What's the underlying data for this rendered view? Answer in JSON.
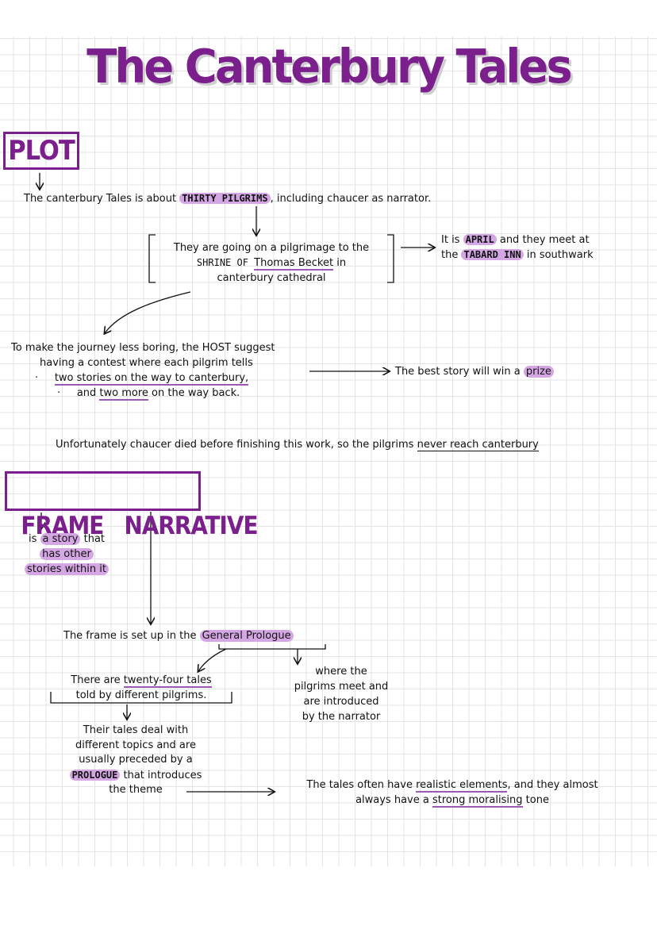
{
  "title": "The Canterbury Tales",
  "plot": {
    "heading": "PLOT",
    "intro": {
      "a": "The canterbury Tales is about ",
      "b": "THIRTY PILGRIMS",
      "c": ", including chaucer as narrator."
    },
    "pilgrimage": {
      "l1": "They are going on a pilgrimage to the",
      "l2a": "SHRINE OF ",
      "l2b": "Thomas Becket",
      "l2c": " in",
      "l3": "canterbury cathedral"
    },
    "april": {
      "l1a": "It is ",
      "l1b": "APRIL",
      "l1c": " and they meet at",
      "l2a": "the ",
      "l2b": "TABARD INN",
      "l2c": " in southwark"
    },
    "contest": {
      "l1": "To make the journey less boring, the HOST suggest",
      "l2": "having a contest where each pilgrim tells",
      "bullet": "·",
      "l3": "two stories on the way to canterbury,",
      "l4a": "and ",
      "l4b": "two more",
      "l4c": " on the way back."
    },
    "prize": {
      "a": "The best story will win a ",
      "b": "prize"
    },
    "unfinished": {
      "a": "Unfortunately chaucer died before finishing this work, so the pilgrims ",
      "b": "never reach canterbury"
    }
  },
  "frame": {
    "heading": "FRAME   NARRATIVE",
    "def": {
      "l1a": "is ",
      "l1b": "a story",
      "l1c": " that",
      "l2": "has other",
      "l3": "stories within it"
    },
    "prologue": {
      "a": "The frame is set up in the ",
      "b": "General Prologue"
    },
    "meet": {
      "l1": "where the",
      "l2": "pilgrims meet and",
      "l3": "are introduced",
      "l4": "by the narrator"
    },
    "tales": {
      "l1a": "There are ",
      "l1b": "twenty-four tales",
      "l2": "told by different pilgrims."
    },
    "topics": {
      "l1": "Their tales deal with",
      "l2": "different topics and are",
      "l3": "usually preceded by a",
      "l4a": "PROLOGUE",
      "l4b": " that introduces",
      "l5": "the theme"
    },
    "realistic": {
      "l1a": "The tales often have ",
      "l1b": "realistic elements",
      "l1c": ", and they almost",
      "l2a": "always have a ",
      "l2b": "strong moralising",
      "l2c": " tone"
    }
  }
}
